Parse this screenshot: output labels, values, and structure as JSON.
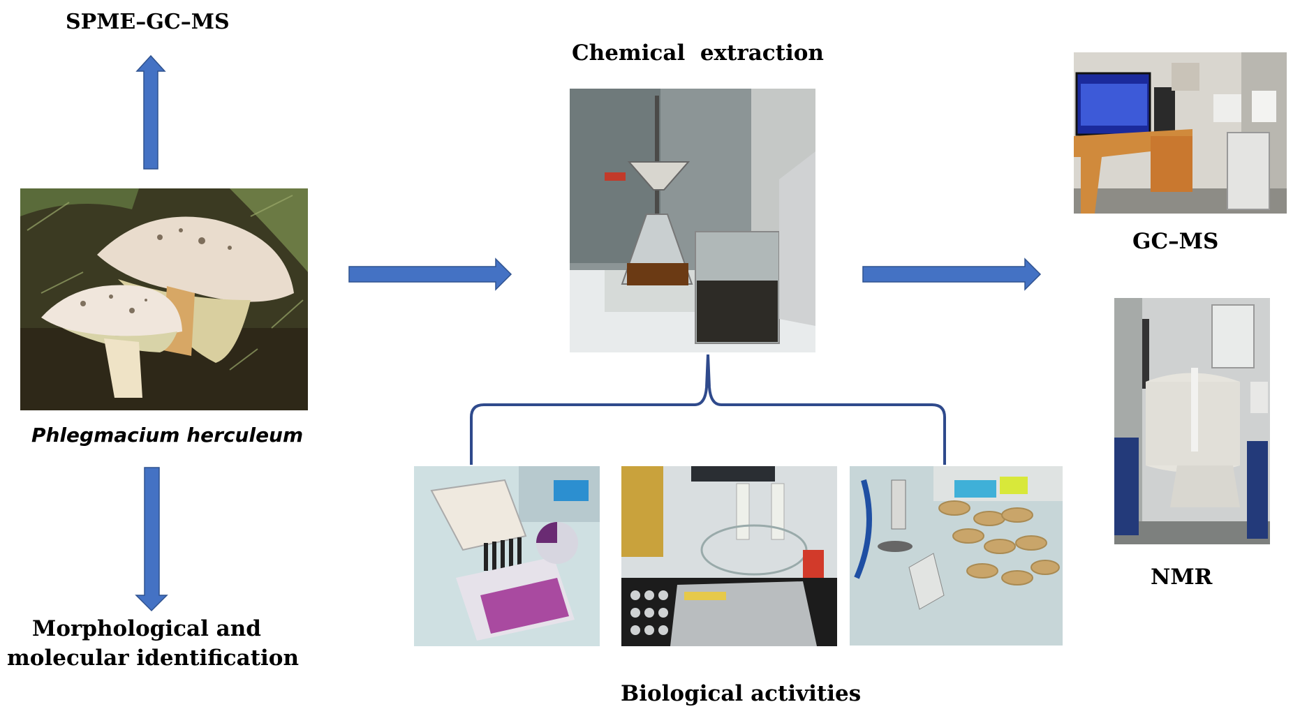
{
  "labels": {
    "spme": "SPME–GC–MS",
    "chemical": "Chemical  extraction",
    "species": "Phlegmacium herculeum",
    "morph_line1": "Morphological and",
    "morph_line2": "molecular identification",
    "gcms": "GC–MS",
    "nmr": "NMR",
    "bio": "Biological activities"
  },
  "colors": {
    "arrow": "#4472c4",
    "arrow_border": "#2f528f",
    "bracket": "#2f4a8c"
  },
  "icons": {
    "arrow_up": "arrow-up-icon",
    "arrow_down": "arrow-down-icon",
    "arrow_right": "arrow-right-icon",
    "bracket": "curly-bracket-icon"
  }
}
